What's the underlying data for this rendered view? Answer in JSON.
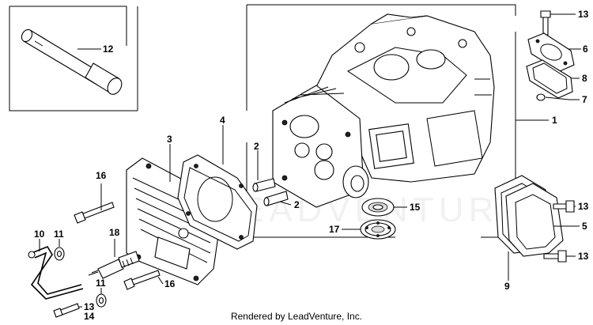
{
  "footer": {
    "text": "Rendered by LeadVenture, Inc."
  },
  "watermark": {
    "text": "LEADVENTURE"
  },
  "callouts": {
    "c1": "1",
    "c2a": "2",
    "c2b": "2",
    "c3": "3",
    "c4": "4",
    "c5": "5",
    "c6": "6",
    "c7": "7",
    "c8": "8",
    "c9": "9",
    "c10": "10",
    "c11a": "11",
    "c11b": "11",
    "c12": "12",
    "c13a": "13",
    "c13b": "13",
    "c13c": "13",
    "c13d": "13",
    "c14": "14",
    "c15": "15",
    "c16a": "16",
    "c16b": "16",
    "c17": "17",
    "c18": "18"
  },
  "colors": {
    "line": "#000000",
    "background": "#ffffff"
  }
}
